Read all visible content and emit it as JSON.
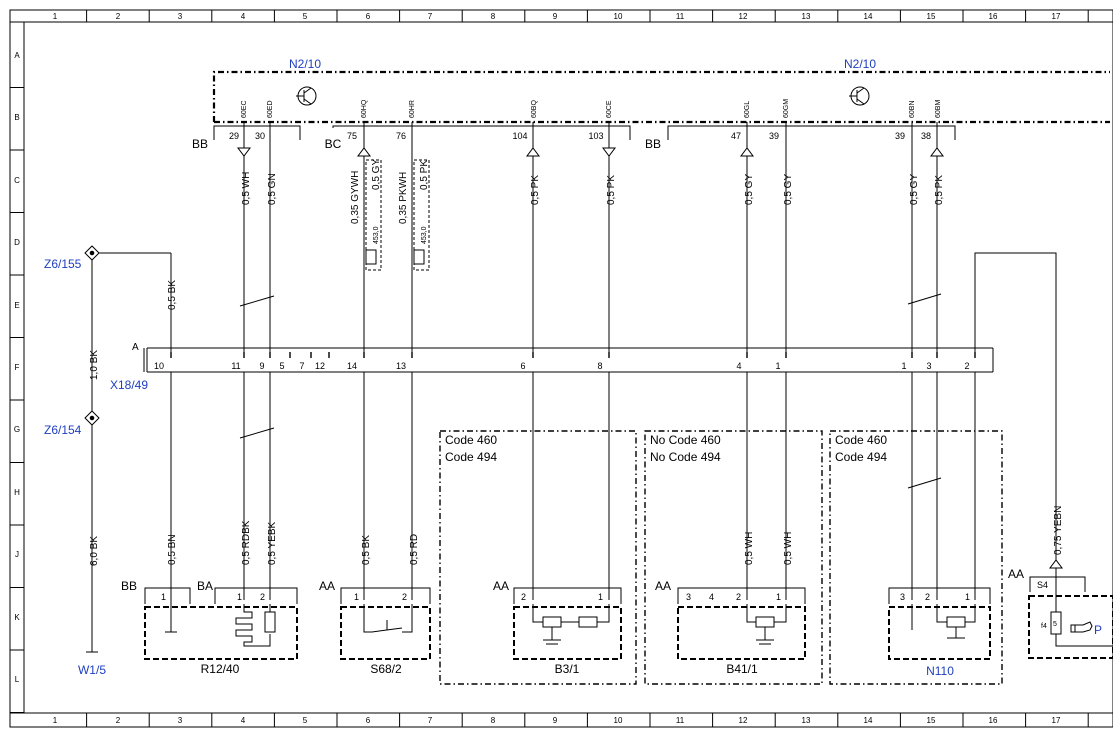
{
  "colors": {
    "line": "#000000",
    "label_blue": "#1f3fbf",
    "background": "#ffffff"
  },
  "grid": {
    "columns": [
      "1",
      "2",
      "3",
      "4",
      "5",
      "6",
      "7",
      "8",
      "9",
      "10",
      "11",
      "12",
      "13",
      "14",
      "15",
      "16",
      "17"
    ],
    "rows": [
      "A",
      "B",
      "C",
      "D",
      "E",
      "F",
      "G",
      "H",
      "J",
      "K",
      "L"
    ]
  },
  "modules": {
    "n2_10_left": "N2/10",
    "n2_10_right": "N2/10"
  },
  "connector_groups": {
    "bb_left": "BB",
    "bc": "BC",
    "bb_right": "BB"
  },
  "top_pins": [
    "29",
    "30",
    "75",
    "76",
    "104",
    "103",
    "47",
    "39",
    "39",
    "38"
  ],
  "top_pin_codes": [
    "60EC",
    "60ED",
    "60HQ",
    "60HR",
    "60BQ",
    "60CE",
    "60GL",
    "60GM",
    "60BN",
    "60BM"
  ],
  "upper_wires": [
    "0,5 WH",
    "0,5 GN",
    "0,35 GYWH",
    "0,5 GY",
    "0,35 PKWH",
    "0,5 PK",
    "0,5 PK",
    "0,5 PK",
    "0,5 GY",
    "0,5 GY",
    "0,5 GY",
    "0,5 PK"
  ],
  "code453": [
    "453,0",
    "453,0"
  ],
  "z6_155": "Z6/155",
  "z6_154": "Z6/154",
  "wire_bk_05": "0,5 BK",
  "wire_bk_10": "1,0 BK",
  "wire_bk_60": "6,0 BK",
  "w1_5": "W1/5",
  "x18_49": {
    "label": "X18/49",
    "a": "A",
    "pins": [
      "10",
      "11",
      "9",
      "5",
      "7",
      "12",
      "14",
      "13",
      "6",
      "8",
      "4",
      "1",
      "1",
      "3",
      "2"
    ]
  },
  "code_boxes": {
    "box1": [
      "Code 460",
      "Code 494"
    ],
    "box2": [
      "No Code 460",
      "No Code 494"
    ],
    "box3": [
      "Code 460",
      "Code 494"
    ]
  },
  "lower_wires": [
    "0,5 BN",
    "0,5 RDBK",
    "0,5 YEBK",
    "0,5 BK",
    "0,5 RD",
    "0,5 WH",
    "0,5 WH",
    "0,75 YEBN"
  ],
  "lower_groups": [
    "BB",
    "BA",
    "AA",
    "AA",
    "AA",
    "AA"
  ],
  "comp_pins": {
    "r12_40": [
      "1",
      "1",
      "2"
    ],
    "s68_2": [
      "1",
      "2"
    ],
    "b3_1": [
      "2",
      "1"
    ],
    "b41_1": [
      "3",
      "4",
      "2",
      "1"
    ],
    "n110": [
      "3",
      "2",
      "1"
    ],
    "s4": [
      "S4",
      "f4",
      "5"
    ]
  },
  "components": {
    "r12_40": "R12/40",
    "s68_2": "S68/2",
    "b3_1": "B3/1",
    "b41_1": "B41/1",
    "n110": "N110",
    "p_ref": "P"
  }
}
